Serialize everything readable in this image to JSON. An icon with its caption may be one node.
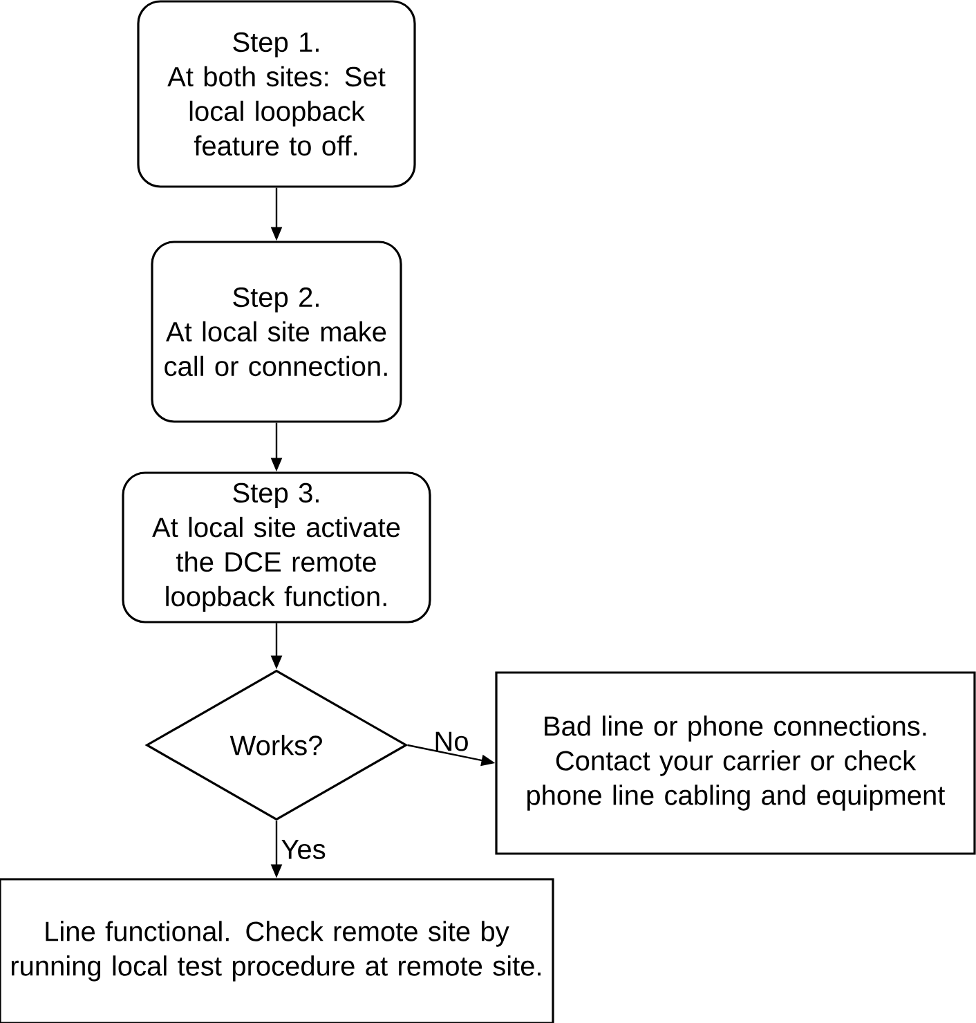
{
  "diagram": {
    "nodes": [
      {
        "text": [
          "Step 1.",
          "At both sites: Set local loopback feature to off."
        ]
      },
      {
        "text": [
          "Step 2.",
          "At local site make call or connection."
        ]
      },
      {
        "text": [
          "Step 3.",
          "At local site activate the DCE remote loopback function."
        ]
      },
      {
        "text": [
          "Works?"
        ]
      },
      {
        "text": [
          "Bad line or phone connections. Contact your carrier or check phone line cabling and equipment"
        ]
      },
      {
        "text": [
          "Line functional. Check remote site by running local test procedure at remote site."
        ]
      }
    ],
    "edges": [
      {
        "from": 0,
        "to": 1,
        "arrow": "to"
      },
      {
        "from": 1,
        "to": 2,
        "arrow": "to"
      },
      {
        "from": 2,
        "to": 3,
        "arrow": "to"
      },
      {
        "from": 3,
        "to": 4,
        "arrow": "to",
        "label": "No"
      },
      {
        "from": 3,
        "to": 5,
        "arrow": "to",
        "label": "Yes"
      }
    ]
  }
}
